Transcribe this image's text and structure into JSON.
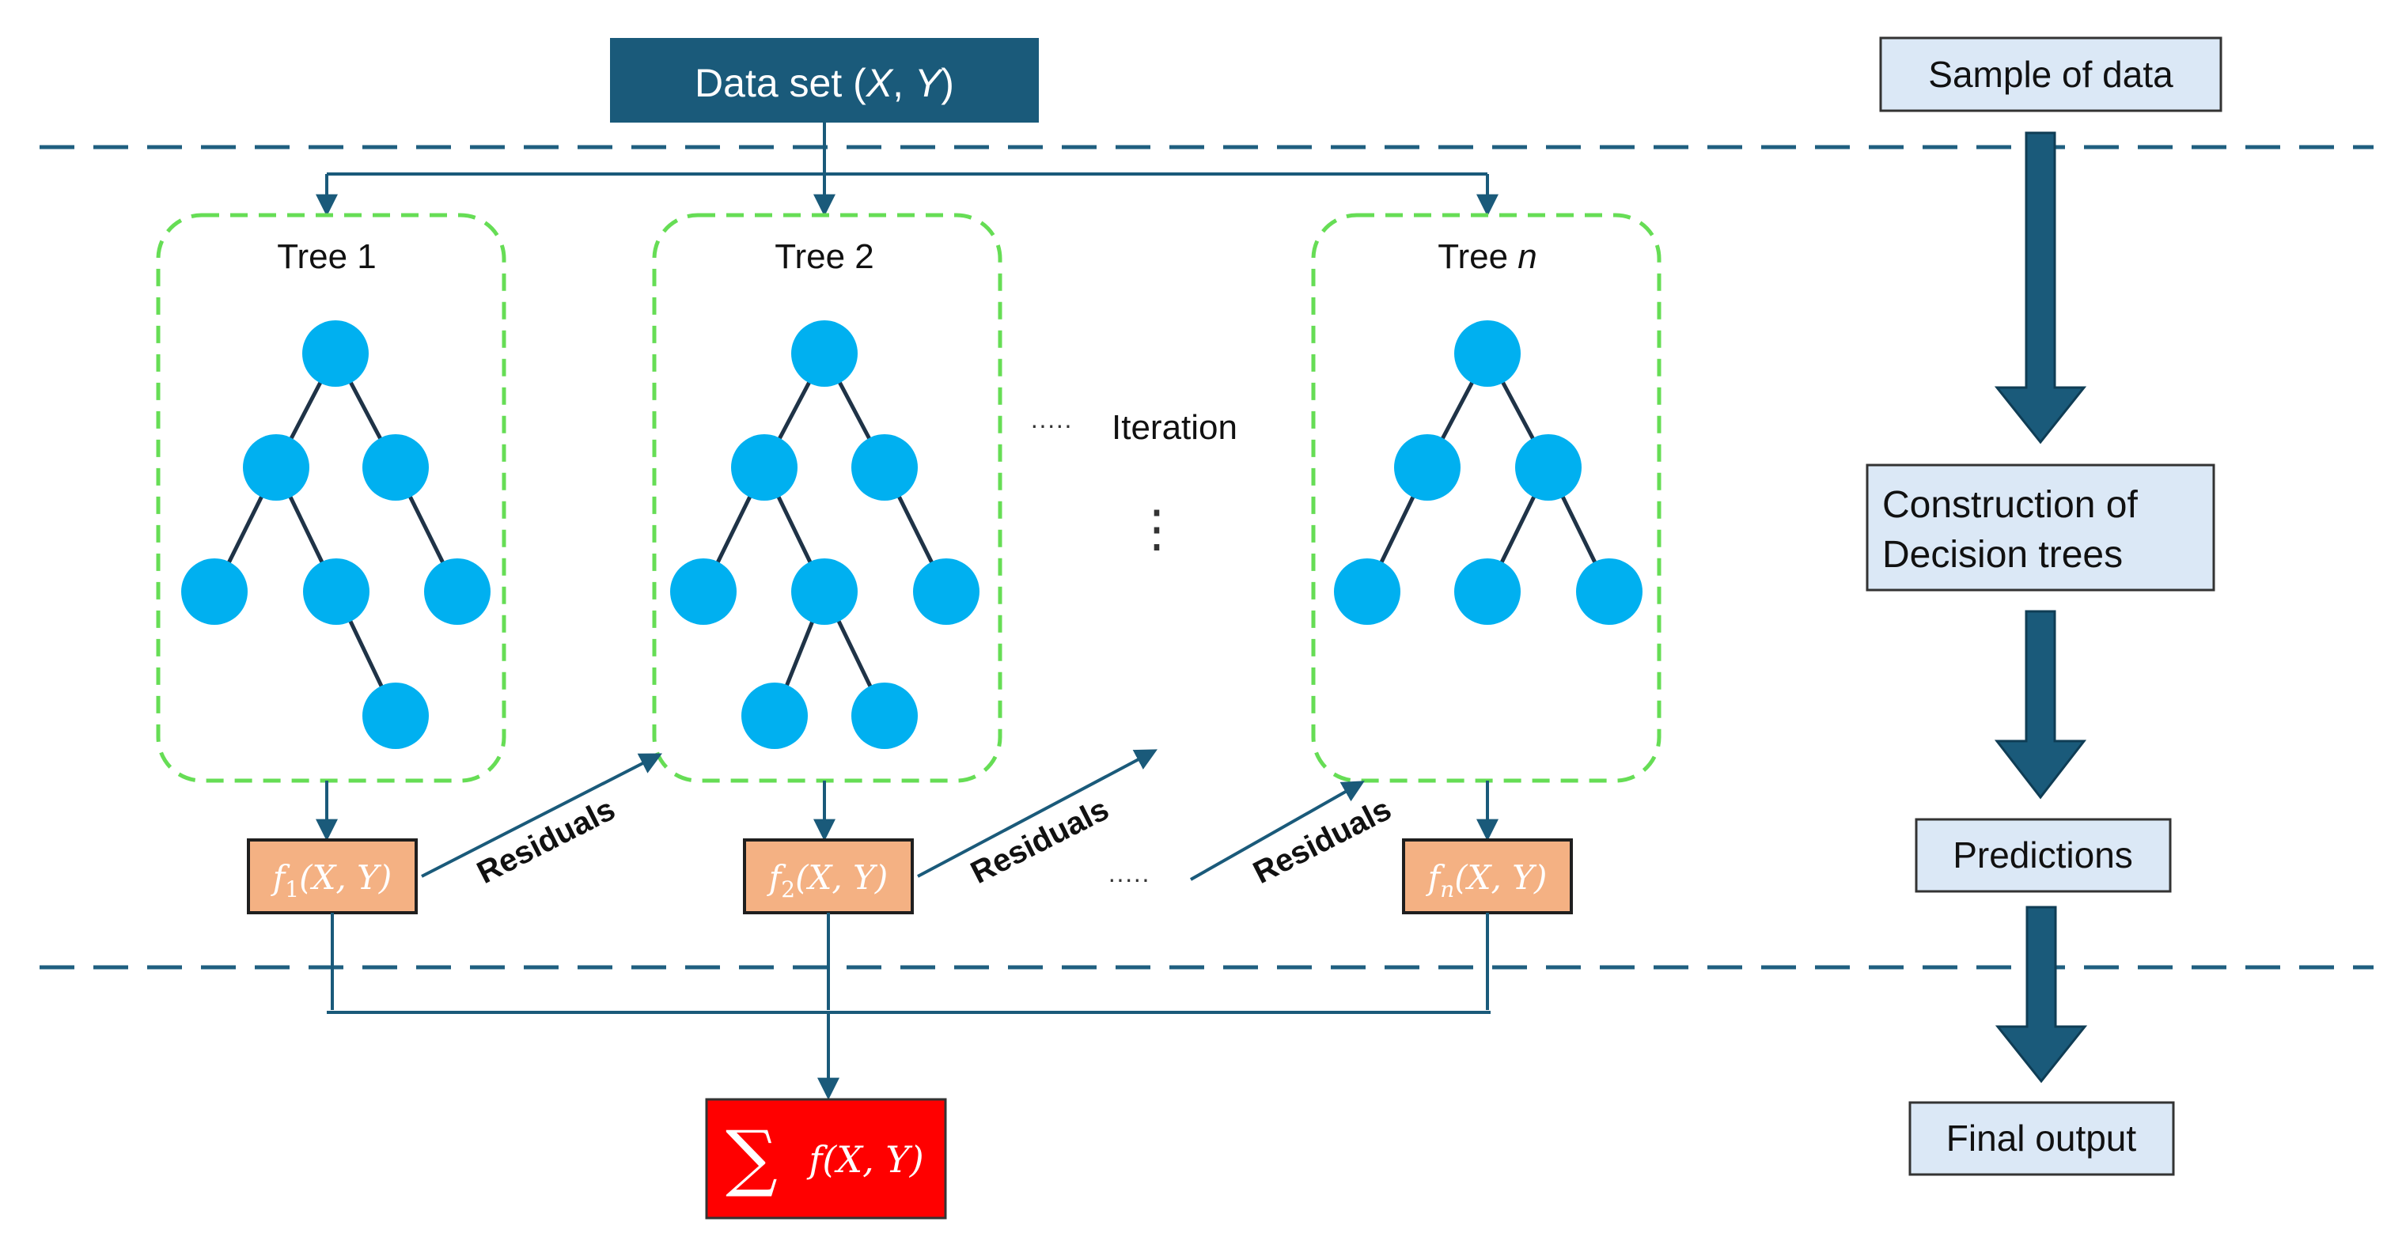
{
  "colors": {
    "dark_blue": "#1a5a7a",
    "node": "#00b0f0",
    "tree_border": "#66dd55",
    "func_box": "#f4b183",
    "sum_box": "#ff0000",
    "step_box": "#dbe8f6",
    "edge": "#1f3347",
    "dash": "#1f5f80"
  },
  "dataset": {
    "prefix": "Data set (",
    "x": "X",
    "sep": ", ",
    "y": "Y",
    "suffix": ")"
  },
  "trees": [
    {
      "label": "Tree 1",
      "func": {
        "f": "f",
        "sub": "1",
        "args": "(X, Y)"
      }
    },
    {
      "label": "Tree 2",
      "func": {
        "f": "f",
        "sub": "2",
        "args": "(X, Y)"
      }
    },
    {
      "label": "Tree ",
      "label_italic": "n",
      "func": {
        "f": "f",
        "sub": "n",
        "args": "(X, Y)"
      }
    }
  ],
  "iteration": {
    "dots": "·····",
    "label": "Iteration",
    "vdots": "⋮"
  },
  "residuals": [
    "Residuals",
    "Residuals",
    "Residuals"
  ],
  "between_dots": "·····",
  "sum": {
    "symbol": "∑",
    "expr": "f(X, Y)"
  },
  "steps": [
    "Sample of data",
    "Construction of",
    "Decision trees",
    "Predictions",
    "Final output"
  ]
}
